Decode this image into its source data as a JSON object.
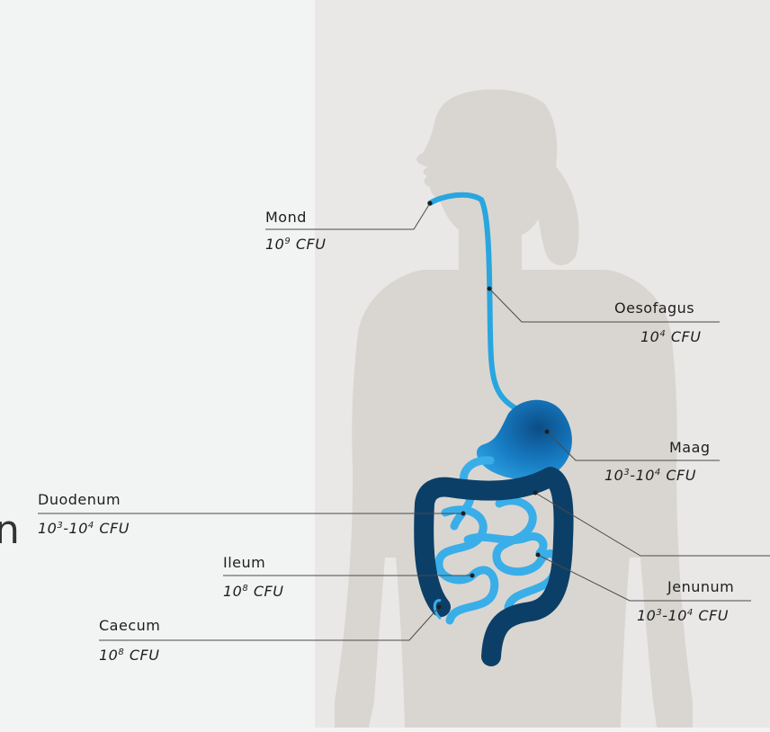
{
  "diagram": {
    "edge_glyph": "n",
    "labels": {
      "mond": {
        "name": "Mond",
        "base": "10",
        "exp": "9",
        "unit": "CFU"
      },
      "oesofagus": {
        "name": "Oesofagus",
        "base": "10",
        "exp": "4",
        "unit": "CFU"
      },
      "maag": {
        "name": "Maag",
        "base1": "10",
        "exp1": "3",
        "base2": "10",
        "exp2": "4",
        "unit": "CFU"
      },
      "duodenum": {
        "name": "Duodenum",
        "base1": "10",
        "exp1": "3",
        "base2": "10",
        "exp2": "4",
        "unit": "CFU"
      },
      "ileum": {
        "name": "Ileum",
        "base": "10",
        "exp": "8",
        "unit": "CFU"
      },
      "caecum": {
        "name": "Caecum",
        "base": "10",
        "exp": "8",
        "unit": "CFU"
      },
      "jenunum": {
        "name": "Jenunum",
        "base1": "10",
        "exp1": "3",
        "base2": "10",
        "exp2": "4",
        "unit": "CFU"
      }
    },
    "colors": {
      "silhouette": "#d9d6d1",
      "background_left": "#f2f3f3",
      "background_right": "#e9e8e6",
      "esophagus": "#29a6df",
      "small_intestine": "#3aaee8",
      "colon": "#0c3f67",
      "stomach_dark": "#0c4d86",
      "stomach_light": "#2b9ee0",
      "leader_line": "#4a4a4a"
    }
  }
}
